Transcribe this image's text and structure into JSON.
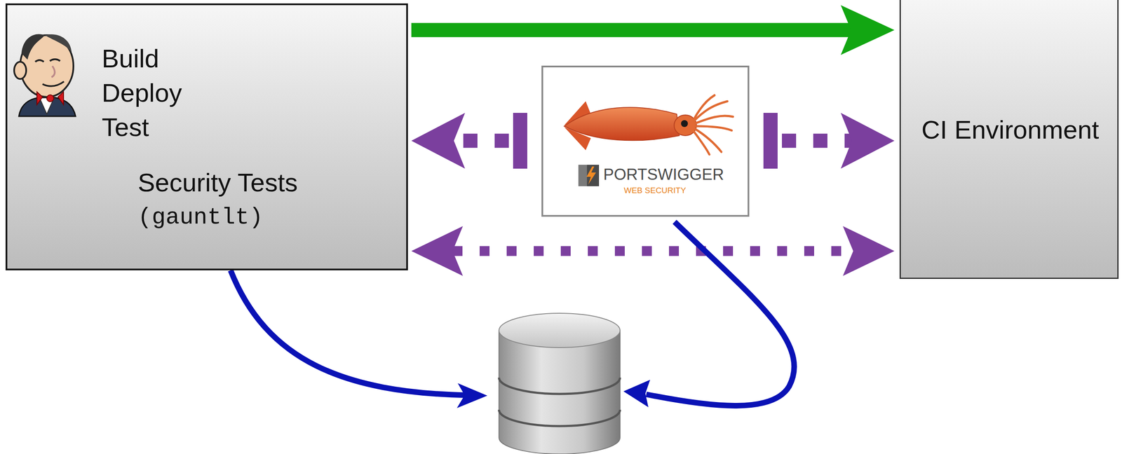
{
  "diagram": {
    "nodes": [
      {
        "text": [
          "Build Deploy Test",
          "Security Tests",
          "(gauntlt)"
        ]
      },
      {
        "text": [
          "PORTSWIGGER",
          "WEB SECURITY"
        ]
      },
      {
        "text": [
          "CI Environment"
        ]
      }
    ],
    "edges": [
      {
        "from": 0,
        "to": 2,
        "arrow": "to"
      },
      {
        "from": 1,
        "to": 0,
        "arrow": "to"
      },
      {
        "from": 1,
        "to": 2,
        "arrow": "to"
      },
      {
        "from": 0,
        "to": 2,
        "arrow": "both"
      }
    ]
  }
}
